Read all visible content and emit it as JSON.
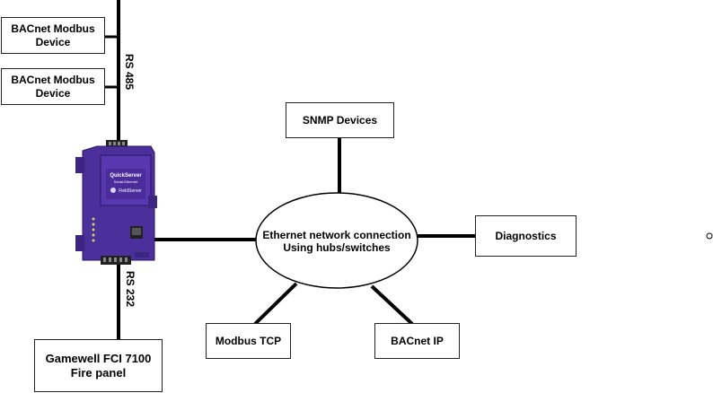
{
  "nodes": {
    "bacnet_modbus_1": "BACnet Modbus\nDevice",
    "bacnet_modbus_2": "BACnet Modbus\nDevice",
    "snmp": "SNMP Devices",
    "diagnostics": "Diagnostics",
    "modbus_tcp": "Modbus TCP",
    "bacnet_ip": "BACnet IP",
    "fire_panel": "Gamewell FCI 7100\nFire panel"
  },
  "hub": {
    "line1": "Ethernet network connection",
    "line2": "Using hubs/switches"
  },
  "links": {
    "rs485": "RS 485",
    "rs232": "RS 232"
  },
  "device": {
    "name": "QuickServer",
    "subtitle": "Serial-Ethernet",
    "brand": "FieldServer",
    "color": "#4b2f9a"
  }
}
